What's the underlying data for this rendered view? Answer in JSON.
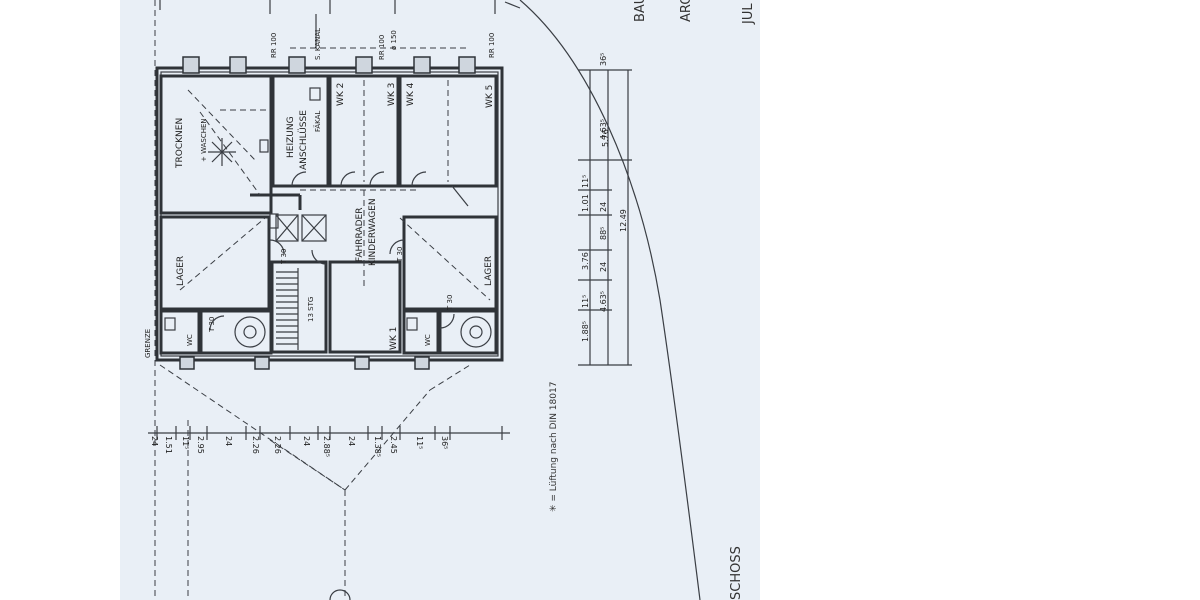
{
  "rooms": {
    "trocknen": "TROCKNEN",
    "waschen": "+ WASCHEN",
    "heizung": "HEIZUNG",
    "anschluesse": "ANSCHLÜSSE",
    "fakal": "FÄKAL",
    "wk2": "WK 2",
    "wk3": "WK 3",
    "wk4": "WK 4",
    "wk5": "WK 5",
    "wk1": "WK 1",
    "fahrrader": "FAHRRADER",
    "kinderwagen": "KINDERWAGEN",
    "lager_left": "LAGER",
    "lager_right": "LAGER",
    "wc_left": "WC",
    "wc_right": "WC",
    "stair": "13 STG",
    "grenze": "GRENZE",
    "t30_a": "T 30",
    "t30_b": "T 30",
    "t30_c": "T 30",
    "t30_d": "T 30"
  },
  "top_labels": {
    "rr100_a": "RR 100",
    "s_kanal": "S. KANAL",
    "o150": "ø 150",
    "rr100_b": "RR 100",
    "rr100_c": "RR 100"
  },
  "dims_right": {
    "d365": "36⁵",
    "d4635a": "4.63⁵",
    "d576": "5.76",
    "d115a": "11⁵",
    "d101": "1.01",
    "d24a": "24",
    "d24b": "24",
    "d885": "88⁵",
    "d1249": "12.49",
    "d376": "3.76",
    "d24c": "24",
    "d115b": "11⁵",
    "d4635b": "4.63⁵",
    "d1885": "1.88⁵"
  },
  "dims_bottom": [
    "24",
    "1.51",
    "11⁵",
    "2.95",
    "24",
    "2.26",
    "2.26",
    "24",
    "2.88⁵",
    "24",
    "1.38⁵",
    "2.45",
    "11⁵",
    "36⁵"
  ],
  "note": "✳ = Lüftung nach DIN 18017",
  "edge_text": {
    "bau": "BAU",
    "arc": "ARC",
    "jul": "JUL",
    "schoss": "SCHOSS"
  }
}
